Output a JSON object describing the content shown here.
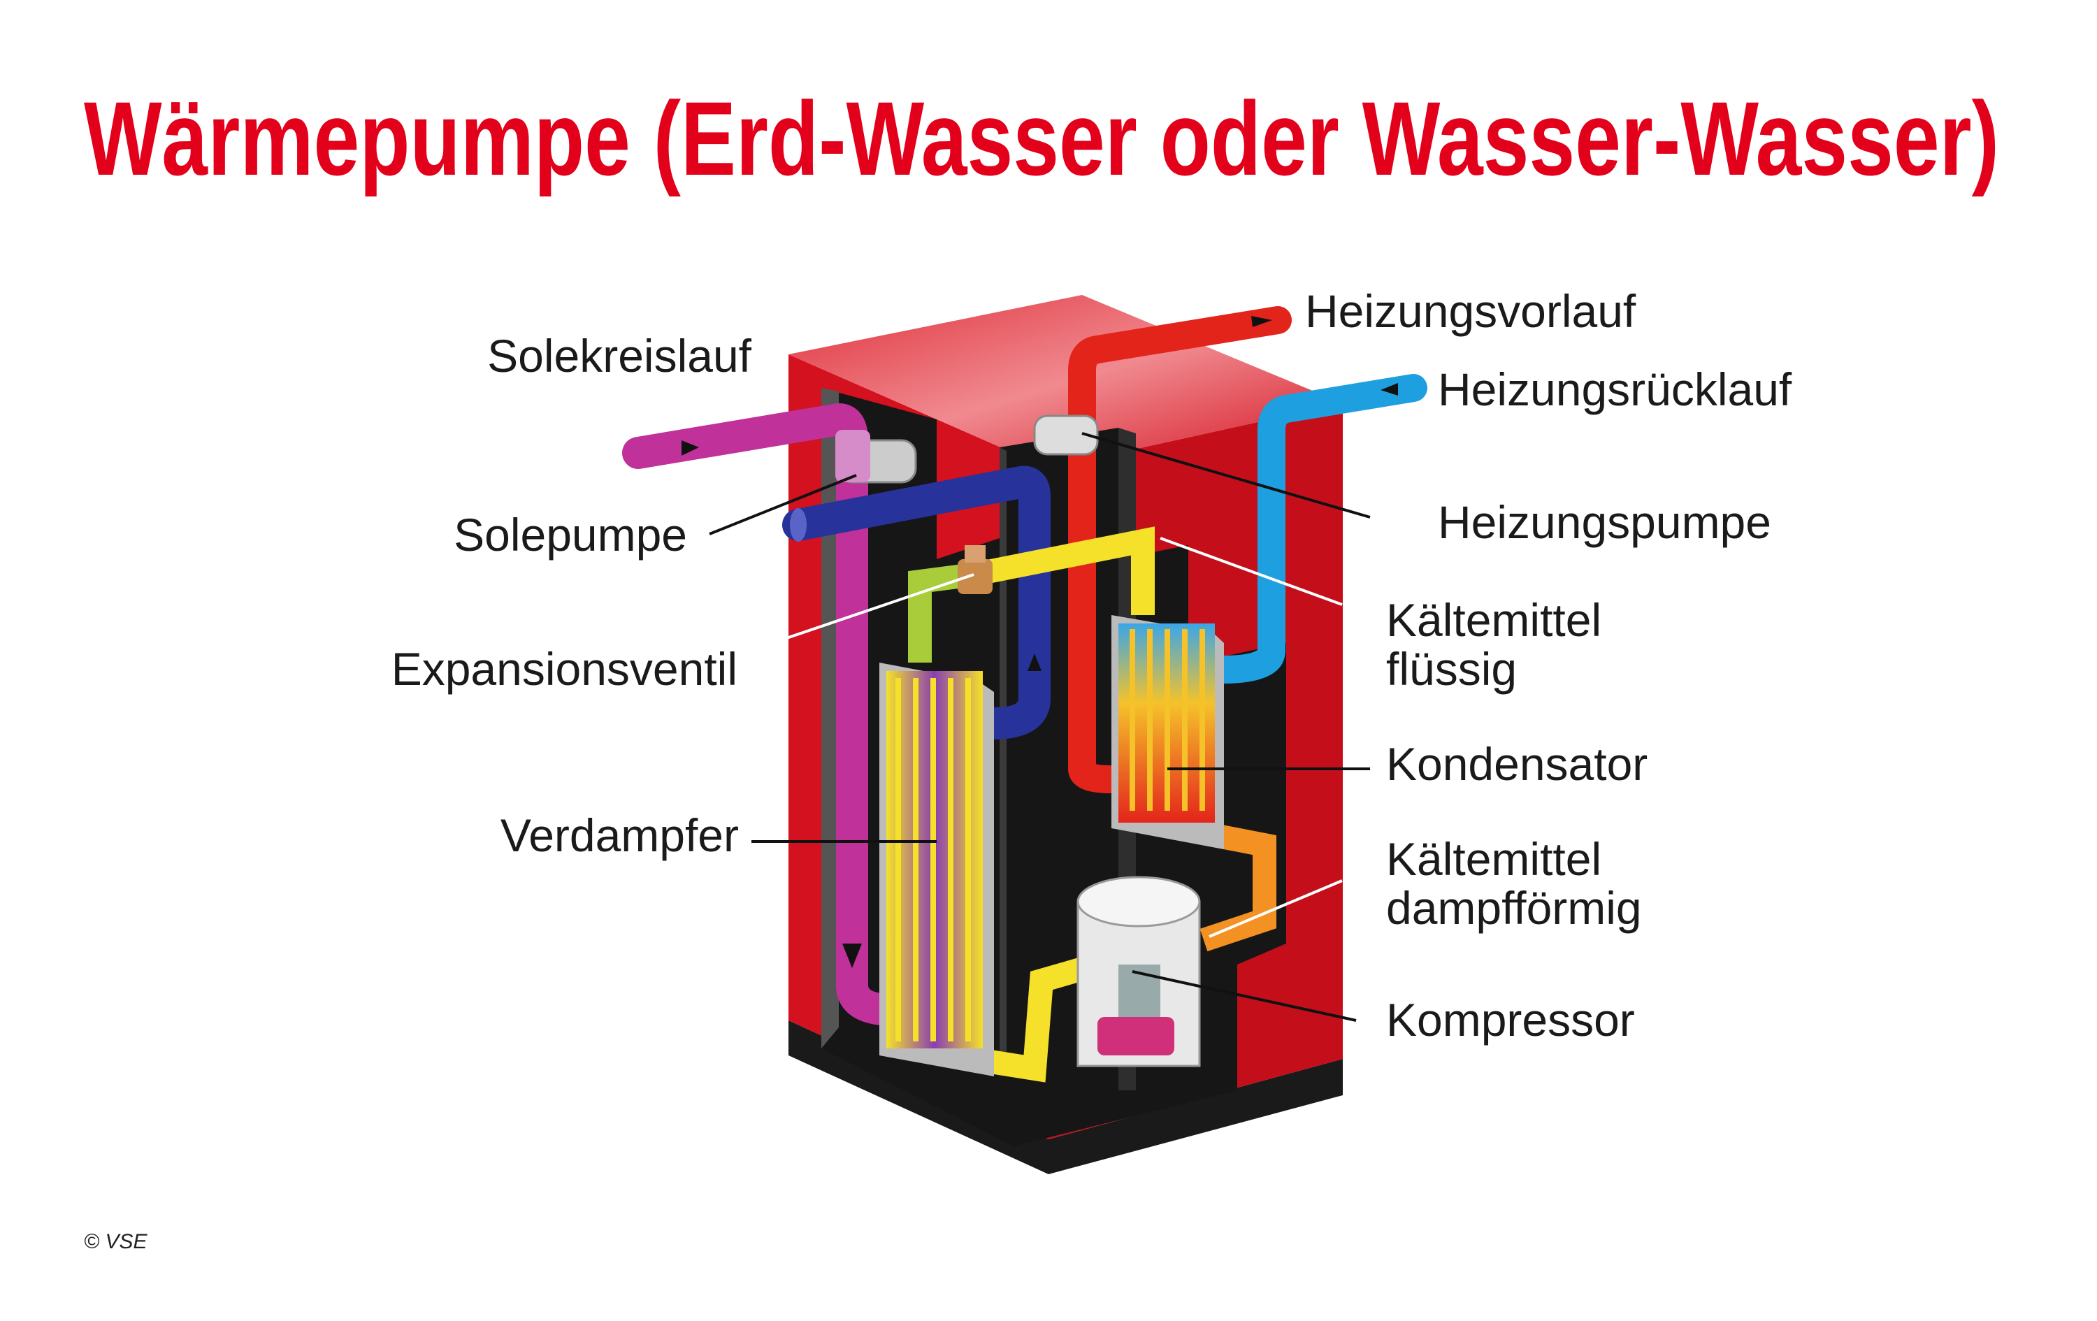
{
  "title": "Wärmepumpe (Erd-Wasser oder Wasser-Wasser)",
  "labels": {
    "solekreislauf": "Solekreislauf",
    "solepumpe": "Solepumpe",
    "expansionsventil": "Expansionsventil",
    "verdampfer": "Verdampfer",
    "heizungsvorlauf": "Heizungsvorlauf",
    "heizungsruecklauf": "Heizungsrücklauf",
    "heizungspumpe": "Heizungspumpe",
    "kaeltemittel_fluessig_1": "Kältemittel",
    "kaeltemittel_fluessig_2": "flüssig",
    "kondensator": "Kondensator",
    "kaeltemittel_dampf_1": "Kältemittel",
    "kaeltemittel_dampf_2": "dampfförmig",
    "kompressor": "Kompressor"
  },
  "copyright": "© VSE",
  "colors": {
    "title": "#e3001b",
    "housing": "#d4111e",
    "sole_supply": "#c0319a",
    "sole_return": "#27339a",
    "heating_supply": "#e3241b",
    "heating_return": "#1e9fe0",
    "refrigerant_liquid": "#f5e12a",
    "refrigerant_vapor": "#f39222",
    "expansion_line": "#a8cc3a"
  }
}
